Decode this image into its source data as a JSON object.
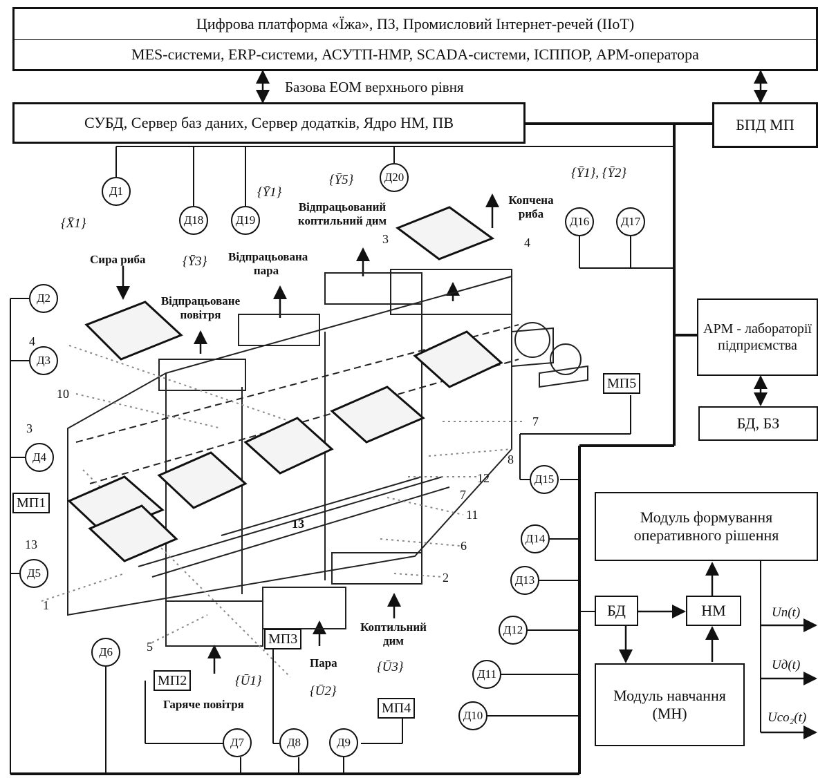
{
  "top_boxes": {
    "platform": "Цифрова платформа «Їжа», ПЗ, Промисловий Інтернет-речей (ІІоТ)",
    "systems": "MES-системи, ERP-системи, АСУТП-HMP, SCADA-системи, ІСППОР, АРМ-оператора",
    "computer_label": "Базова ЕОМ верхнього рівня",
    "database_server": "СУБД, Сервер баз даних, Сервер додатків, Ядро НМ, ПВ",
    "bpd": "БПД МП"
  },
  "right_blocks": {
    "arm_lab": "АРМ - лабораторії підприємства",
    "db_kb": "БД, БЗ",
    "decision_module": "Модуль формування оперативного рішення",
    "bd": "БД",
    "nm": "НМ",
    "learning_module": "Модуль навчання (МН)"
  },
  "outputs": [
    "Uп(t)",
    "Uд(t)",
    "Uco₂(t)"
  ],
  "sensors": [
    "Д1",
    "Д2",
    "Д3",
    "Д4",
    "Д5",
    "Д6",
    "Д7",
    "Д8",
    "Д9",
    "Д10",
    "Д11",
    "Д12",
    "Д13",
    "Д14",
    "Д15",
    "Д16",
    "Д17",
    "Д18",
    "Д19",
    "Д20"
  ],
  "actuators": [
    "МП1",
    "МП2",
    "МП3",
    "МП4",
    "МП5"
  ],
  "set_labels": {
    "x1": "{X̄1}",
    "y1": "{Ȳ1}",
    "y3": "{Ȳ3}",
    "y5": "{Ȳ5}",
    "y1y2": "{Ȳ1}, {Ȳ2}",
    "u1": "{Ū1}",
    "u2": "{Ū2}",
    "u3": "{Ū3}"
  },
  "process_labels": {
    "raw_fish": "Сира риба",
    "spent_air": "Відпрацьоване повітря",
    "spent_steam": "Відпрацьована пара",
    "spent_smoke": "Відпрацьований коптильний дим",
    "smoked_fish": "Копчена риба",
    "hot_air": "Гаряче повітря",
    "steam": "Пара",
    "smoke": "Коптильний дим"
  },
  "part_numbers": [
    "1",
    "2",
    "3",
    "3",
    "4",
    "4",
    "5",
    "6",
    "7",
    "7",
    "8",
    "10",
    "11",
    "12",
    "13",
    "13"
  ]
}
